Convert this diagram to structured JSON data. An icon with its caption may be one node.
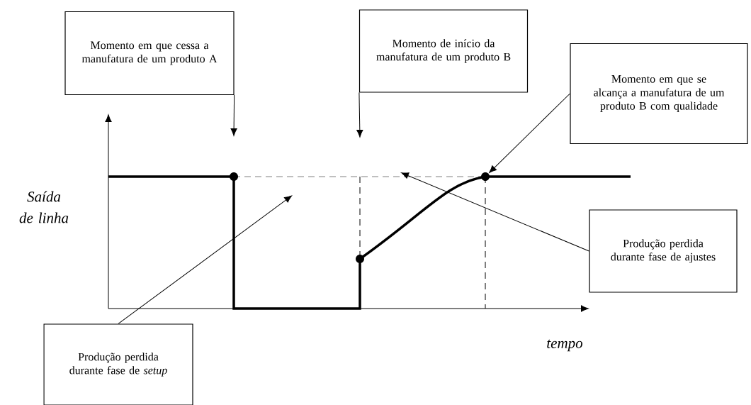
{
  "diagram": {
    "nodes": [
      {
        "text": [
          "Momento em que cessa a manufatura de um produto A"
        ]
      },
      {
        "text": [
          "Momento de início da manufatura de um produto B"
        ]
      },
      {
        "text": [
          "Momento em que se alcança a manufatura de um produto B com qualidade"
        ]
      },
      {
        "text": [
          "Produção perdida durante fase de ajustes"
        ]
      },
      {
        "text": [
          "Produção perdida durante fase de *setup*"
        ]
      },
      {
        "text": [],
        "shape": "circle"
      }
    ],
    "edges": [
      {
        "from": 0,
        "to": null,
        "arrow": "to"
      },
      {
        "from": 1,
        "to": null,
        "arrow": "to"
      },
      {
        "from": 2,
        "to": 5,
        "arrow": "to"
      },
      {
        "from": 3,
        "to": null,
        "arrow": "to"
      },
      {
        "from": 4,
        "to": null,
        "arrow": "to"
      }
    ],
    "labels": [
      "Saída de linha",
      "tempo"
    ]
  }
}
